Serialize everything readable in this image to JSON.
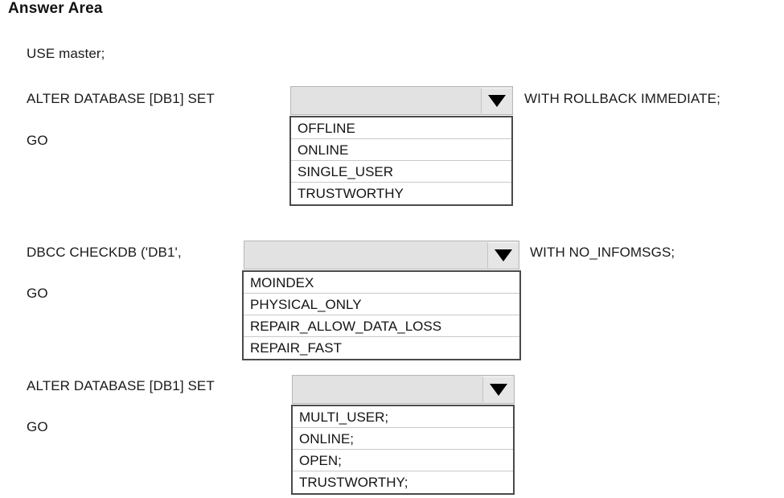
{
  "page": {
    "title": "Answer Area",
    "background_color": "#ffffff",
    "combo_fill_color": "#e2e2e2",
    "list_border_color": "#4a4a4a",
    "text_color": "#1a1a1a"
  },
  "preamble": {
    "line": "USE master;"
  },
  "blocks": [
    {
      "id": "alter-database-set-1",
      "prefix": "ALTER DATABASE [DB1] SET",
      "suffix": "WITH ROLLBACK IMMEDIATE;",
      "terminator": "GO",
      "combo": {
        "name": "dropdown-alter-database-set-1",
        "value": "",
        "arrow_icon": "chevron-down-icon",
        "expanded": true
      },
      "options": [
        "OFFLINE",
        "ONLINE",
        "SINGLE_USER",
        "TRUSTWORTHY"
      ]
    },
    {
      "id": "dbcc-checkdb",
      "prefix": "DBCC CHECKDB ('DB1',",
      "suffix": "WITH NO_INFOMSGS;",
      "terminator": "GO",
      "combo": {
        "name": "dropdown-dbcc-checkdb",
        "value": "",
        "arrow_icon": "chevron-down-icon",
        "expanded": true
      },
      "options": [
        "MOINDEX",
        "PHYSICAL_ONLY",
        "REPAIR_ALLOW_DATA_LOSS",
        "REPAIR_FAST"
      ]
    },
    {
      "id": "alter-database-set-2",
      "prefix": "ALTER DATABASE [DB1] SET",
      "suffix": "",
      "terminator": "GO",
      "combo": {
        "name": "dropdown-alter-database-set-2",
        "value": "",
        "arrow_icon": "chevron-down-icon",
        "expanded": true
      },
      "options": [
        "MULTI_USER;",
        "ONLINE;",
        "OPEN;",
        "TRUSTWORTHY;"
      ]
    }
  ]
}
